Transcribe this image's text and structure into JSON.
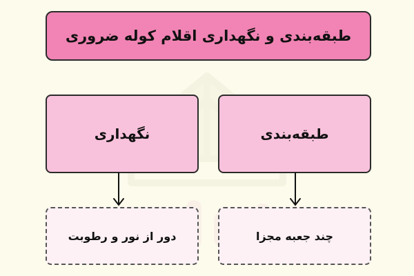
{
  "title": "طبقه‌بندی و نگهداری اقلام کوله ضروری",
  "nodes": {
    "classification": "طبقه‌بندی",
    "storage": "نگهداری"
  },
  "leaves": {
    "classification": "چند جعبه مجزا",
    "storage": "دور از نور و رطوبت"
  },
  "colors": {
    "background": "#fdfbeb",
    "title_fill": "#f184b4",
    "node_fill": "#f9c2dc",
    "leaf_fill": "#fdf1f5",
    "border": "#2b2b2b"
  },
  "icons": {
    "watermark": "faradars-logo-watermark"
  }
}
